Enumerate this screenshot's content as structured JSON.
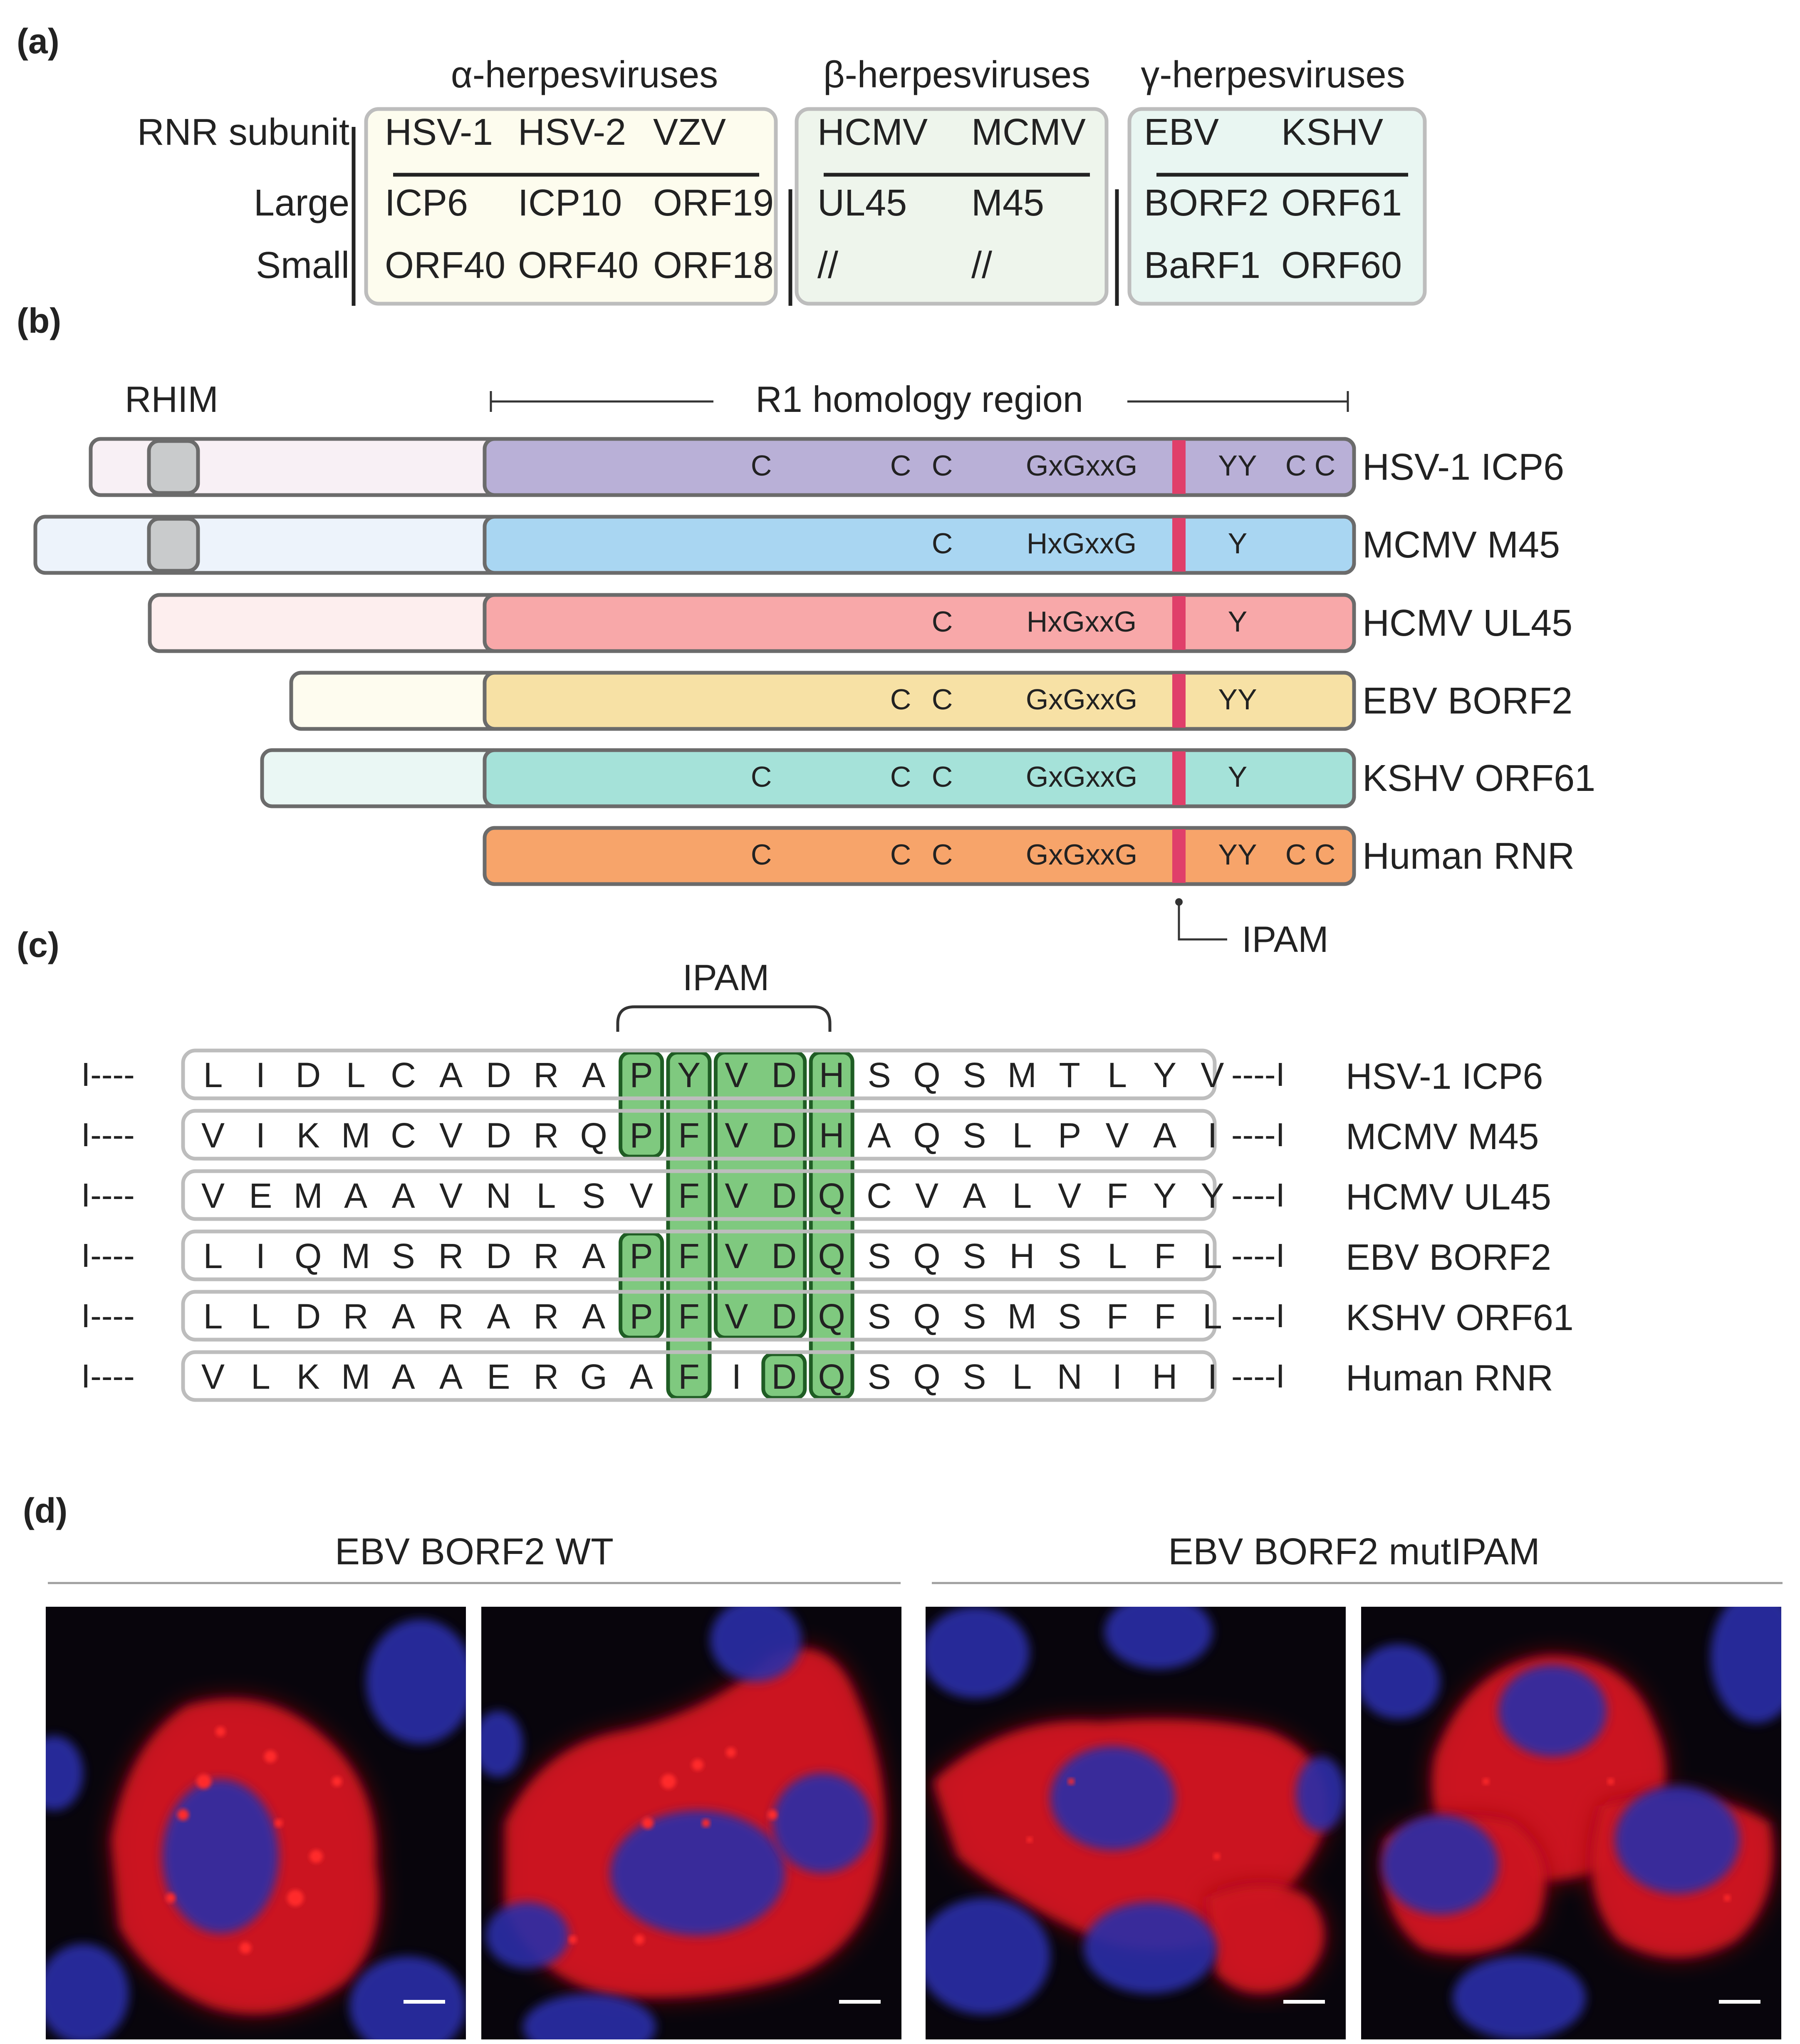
{
  "panel_a": {
    "label": "(a)",
    "groups": [
      {
        "name": "α-herpesviruses",
        "bg": "#fdfcee",
        "viruses": [
          "HSV-1",
          "HSV-2",
          "VZV"
        ],
        "large": [
          "ICP6",
          "ICP10",
          "ORF19"
        ],
        "small": [
          "ORF40",
          "ORF40",
          "ORF18"
        ]
      },
      {
        "name": "β-herpesviruses",
        "bg": "#eef5ec",
        "viruses": [
          "HCMV",
          "MCMV"
        ],
        "large": [
          "UL45",
          "M45"
        ],
        "small": [
          "//",
          "//"
        ]
      },
      {
        "name": "γ-herpesviruses",
        "bg": "#e9f6f2",
        "viruses": [
          "EBV",
          "KSHV"
        ],
        "large": [
          "BORF2",
          "ORF61"
        ],
        "small": [
          "BaRF1",
          "ORF60"
        ]
      }
    ],
    "row_labels": {
      "header": "RNR subunit",
      "large": "Large",
      "small": "Small"
    }
  },
  "panel_b": {
    "label": "(b)",
    "rhim": "RHIM",
    "r1_label": "R1 homology region",
    "ipam_label": "IPAM",
    "proteins": [
      {
        "name": "HSV-1 ICP6",
        "light": "#f8f0f5",
        "main": "#b9b0d7",
        "rhim": true,
        "nterm": "long",
        "markers": {
          "c1": "C",
          "c2": "C",
          "c3": "C",
          "motif": "GxGxxG",
          "y": "YY",
          "cc": "C C"
        }
      },
      {
        "name": "MCMV M45",
        "light": "#edf3fb",
        "main": "#a9d6f2",
        "rhim": true,
        "nterm": "longest",
        "markers": {
          "c3": "C",
          "motif": "HxGxxG",
          "y": "Y"
        }
      },
      {
        "name": "HCMV UL45",
        "light": "#fdeeee",
        "main": "#f8a8a9",
        "rhim": false,
        "nterm": "medium",
        "markers": {
          "c3": "C",
          "motif": "HxGxxG",
          "y": "Y"
        }
      },
      {
        "name": "EBV BORF2",
        "light": "#fefcef",
        "main": "#f7e1a5",
        "rhim": false,
        "nterm": "short",
        "markers": {
          "c2": "C",
          "c3": "C",
          "motif": "GxGxxG",
          "y": "YY"
        }
      },
      {
        "name": "KSHV ORF61",
        "light": "#eaf7f4",
        "main": "#a5e2d9",
        "rhim": false,
        "nterm": "shortmid",
        "markers": {
          "c1": "C",
          "c2": "C",
          "c3": "C",
          "motif": "GxGxxG",
          "y": "Y"
        }
      },
      {
        "name": "Human RNR",
        "light": "#f7a46a",
        "main": "#f7a46a",
        "rhim": false,
        "nterm": "none",
        "markers": {
          "c1": "C",
          "c2": "C",
          "c3": "C",
          "motif": "GxGxxG",
          "y": "YY",
          "cc": "C C"
        }
      }
    ],
    "ipam_color": "#e03f6a"
  },
  "panel_c": {
    "label": "(c)",
    "ipam_label": "IPAM",
    "dash_left": "I----",
    "dash_right": "----I",
    "highlight_color": "#7fc97f",
    "sequences": [
      {
        "name": "HSV-1 ICP6",
        "residues": [
          "L",
          "I",
          "D",
          "L",
          "C",
          "A",
          "D",
          "R",
          "A",
          "P",
          "Y",
          "V",
          "D",
          "H",
          "S",
          "Q",
          "S",
          "M",
          "T",
          "L",
          "Y",
          "V"
        ]
      },
      {
        "name": "MCMV M45",
        "residues": [
          "V",
          "I",
          "K",
          "M",
          "C",
          "V",
          "D",
          "R",
          "Q",
          "P",
          "F",
          "V",
          "D",
          "H",
          "A",
          "Q",
          "S",
          "L",
          "P",
          "V",
          "A",
          "I"
        ]
      },
      {
        "name": "HCMV UL45",
        "residues": [
          "V",
          "E",
          "M",
          "A",
          "A",
          "V",
          "N",
          "L",
          "S",
          "V",
          "F",
          "V",
          "D",
          "Q",
          "C",
          "V",
          "A",
          "L",
          "V",
          "F",
          "Y",
          "Y"
        ]
      },
      {
        "name": "EBV BORF2",
        "residues": [
          "L",
          "I",
          "Q",
          "M",
          "S",
          "R",
          "D",
          "R",
          "A",
          "P",
          "F",
          "V",
          "D",
          "Q",
          "S",
          "Q",
          "S",
          "H",
          "S",
          "L",
          "F",
          "L"
        ]
      },
      {
        "name": "KSHV ORF61",
        "residues": [
          "L",
          "L",
          "D",
          "R",
          "A",
          "R",
          "A",
          "R",
          "A",
          "P",
          "F",
          "V",
          "D",
          "Q",
          "S",
          "Q",
          "S",
          "M",
          "S",
          "F",
          "F",
          "L"
        ]
      },
      {
        "name": "Human RNR",
        "residues": [
          "V",
          "L",
          "K",
          "M",
          "A",
          "A",
          "E",
          "R",
          "G",
          "A",
          "F",
          "I",
          "D",
          "Q",
          "S",
          "Q",
          "S",
          "L",
          "N",
          "I",
          "H",
          "I"
        ]
      }
    ]
  },
  "panel_d": {
    "label": "(d)",
    "group_wt": "EBV BORF2 WT",
    "group_mut": "EBV BORF2 mutIPAM"
  }
}
